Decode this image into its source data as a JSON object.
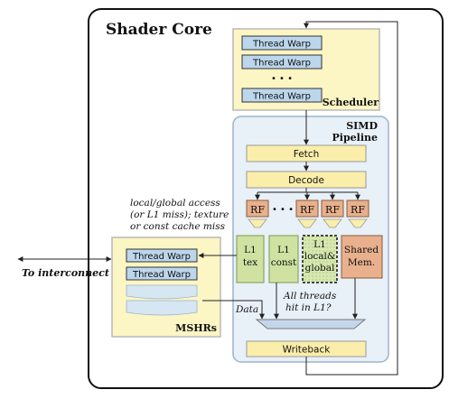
{
  "core_title": "Shader Core",
  "scheduler": {
    "label": "Scheduler",
    "warps": [
      "Thread Warp",
      "Thread Warp",
      "Thread Warp"
    ],
    "ellipsis": "• • •"
  },
  "pipeline": {
    "label_line1": "SIMD",
    "label_line2": "Pipeline",
    "fetch": "Fetch",
    "decode": "Decode",
    "rf_label": "RF",
    "rf_ellipsis": "• • •",
    "units": {
      "l1tex": [
        "L1",
        "tex"
      ],
      "l1const": [
        "L1",
        "const"
      ],
      "l1local": [
        "L1",
        "local&",
        "global"
      ],
      "shared": [
        "Shared",
        "Mem."
      ]
    },
    "writeback": "Writeback"
  },
  "mshr": {
    "label": "MSHRs",
    "warps": [
      "Thread Warp",
      "Thread Warp"
    ]
  },
  "annotations": {
    "miss_line1": "local/global access",
    "miss_line2": "(or L1 miss); texture",
    "miss_line3": "or const cache miss",
    "hit_line1": "All threads",
    "hit_line2": "hit in L1?",
    "data": "Data",
    "interconnect": "To interconnect"
  },
  "colors": {
    "scheduler_fill": "#fcf5c4",
    "pipeline_fill": "#e8f0f8",
    "stage_fill": "#fbeeaa",
    "rf_fill": "#e8b08c",
    "l1_fill": "#cfe2a2",
    "shared_fill": "#e8b08c",
    "warp_fill": "#bcd6ec"
  }
}
